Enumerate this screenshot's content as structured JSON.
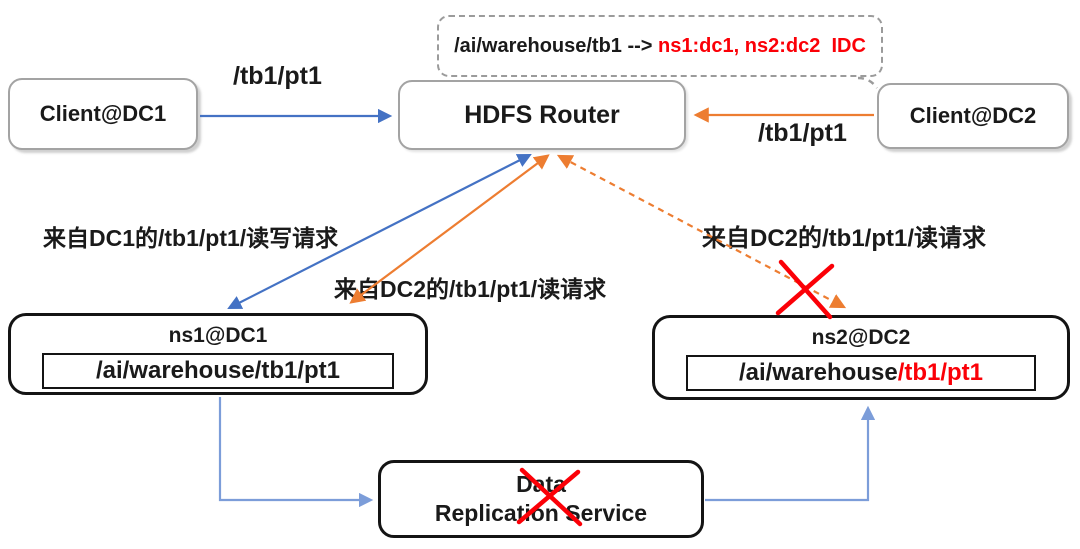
{
  "colors": {
    "arrow_blue": "#4472C4",
    "arrow_light_blue": "#7C9DD9",
    "arrow_orange": "#ED7D31",
    "error_red": "#FB0007",
    "node_border_gray": "#A3A3A3",
    "node_border_black": "#141414"
  },
  "nodes": {
    "client_dc1": {
      "label": "Client@DC1"
    },
    "hdfs_router": {
      "label": "HDFS Router"
    },
    "client_dc2": {
      "label": "Client@DC2"
    },
    "mount_note": {
      "text_black": "/ai/warehouse/tb1 --> ",
      "text_red": "ns1:dc1, ns2:dc2  IDC"
    },
    "ns1": {
      "title": "ns1@DC1",
      "path": "/ai/warehouse/tb1/pt1"
    },
    "ns2": {
      "title": "ns2@DC2",
      "path_black": "/ai/warehouse",
      "path_red": "/tb1/pt1"
    },
    "replication_service": {
      "line1": "Data",
      "line2": "Replication Service"
    }
  },
  "edge_labels": {
    "dc1_to_router": "/tb1/pt1",
    "dc2_to_router": "/tb1/pt1",
    "router_to_ns1_blue": "来自DC1的/tb1/pt1/读写请求",
    "router_to_ns1_orange": "来自DC2的/tb1/pt1/读请求",
    "router_to_ns2_dashed": "来自DC2的/tb1/pt1/读请求"
  }
}
